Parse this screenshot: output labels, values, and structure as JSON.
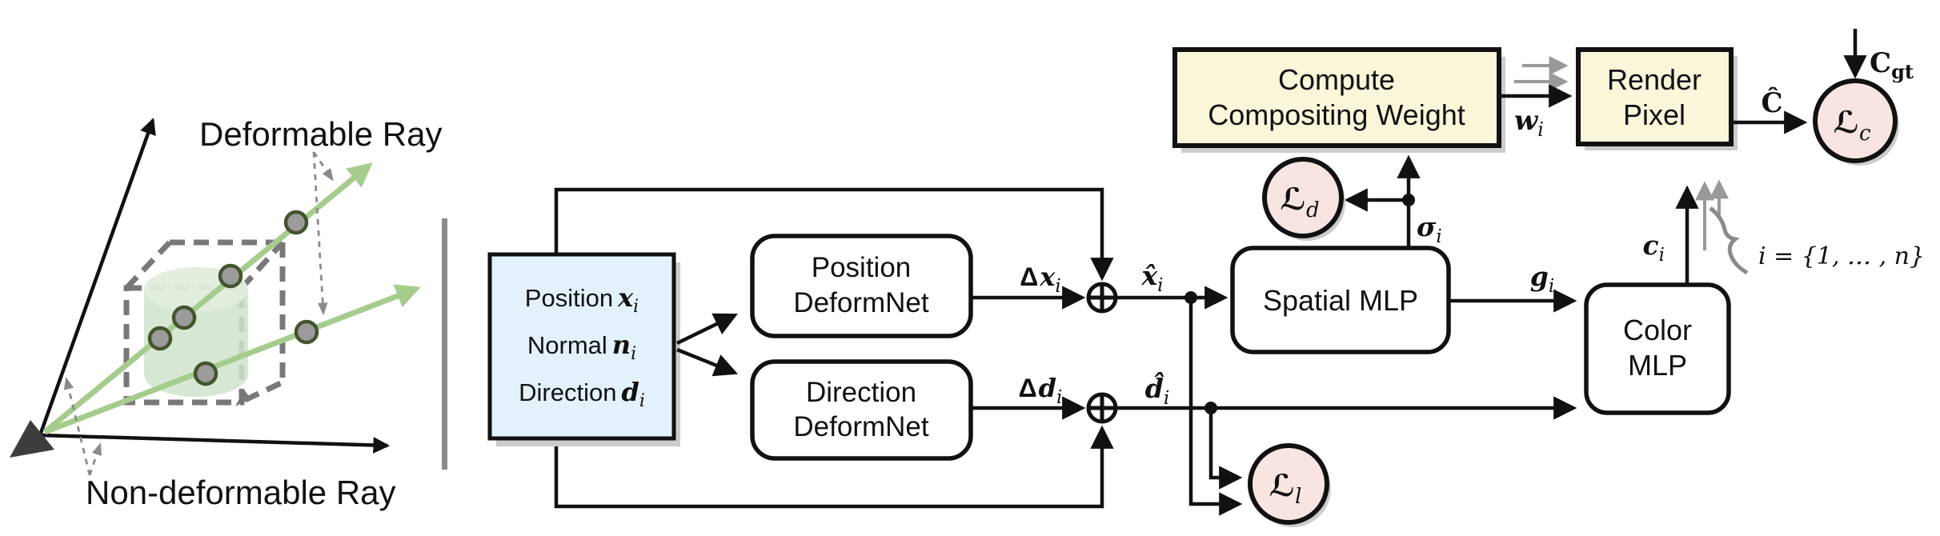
{
  "figure": {
    "left_sketch": {
      "deformable_ray_label": "Deformable Ray",
      "non_deformable_ray_label": "Non-deformable Ray"
    },
    "input_box": {
      "rows": [
        {
          "label": "Position",
          "symbol": "x",
          "sub": "i"
        },
        {
          "label": "Normal",
          "symbol": "n",
          "sub": "i"
        },
        {
          "label": "Direction",
          "symbol": "d",
          "sub": "i"
        }
      ]
    },
    "nodes": {
      "position_deformnet": {
        "line1": "Position",
        "line2": "DeformNet"
      },
      "direction_deformnet": {
        "line1": "Direction",
        "line2": "DeformNet"
      },
      "spatial_mlp": {
        "label": "Spatial MLP"
      },
      "color_mlp": {
        "line1": "Color",
        "line2": "MLP"
      },
      "compute_compositing_weight": {
        "line1": "Compute",
        "line2": "Compositing Weight"
      },
      "render_pixel": {
        "line1": "Render",
        "line2": "Pixel"
      }
    },
    "signals": {
      "delta_x": {
        "prefix": "Δ",
        "symbol": "x",
        "sub": "i"
      },
      "delta_d": {
        "prefix": "Δ",
        "symbol": "d",
        "sub": "i"
      },
      "x_hat": {
        "symbol": "x̂",
        "sub": "i"
      },
      "d_hat": {
        "symbol": "d̂",
        "sub": "i"
      },
      "sigma": {
        "symbol": "σ",
        "sub": "i"
      },
      "g": {
        "symbol": "g",
        "sub": "i"
      },
      "c": {
        "symbol": "c",
        "sub": "i"
      },
      "w": {
        "symbol": "w",
        "sub": "i"
      },
      "c_hat": {
        "symbol": "Ĉ"
      },
      "c_gt": {
        "symbol": "C",
        "sub": "gt"
      },
      "index_set": "i = {1, … , n}"
    },
    "losses": {
      "l_c": {
        "symbol": "ℒ",
        "sub": "c"
      },
      "l_d": {
        "symbol": "ℒ",
        "sub": "d"
      },
      "l_l": {
        "symbol": "ℒ",
        "sub": "l"
      }
    },
    "colors": {
      "accent_yellow": "#faf6da",
      "accent_pink": "#f8e5e1",
      "accent_blue": "#e3f1fa",
      "ray_green": "#a6cc8d"
    }
  }
}
